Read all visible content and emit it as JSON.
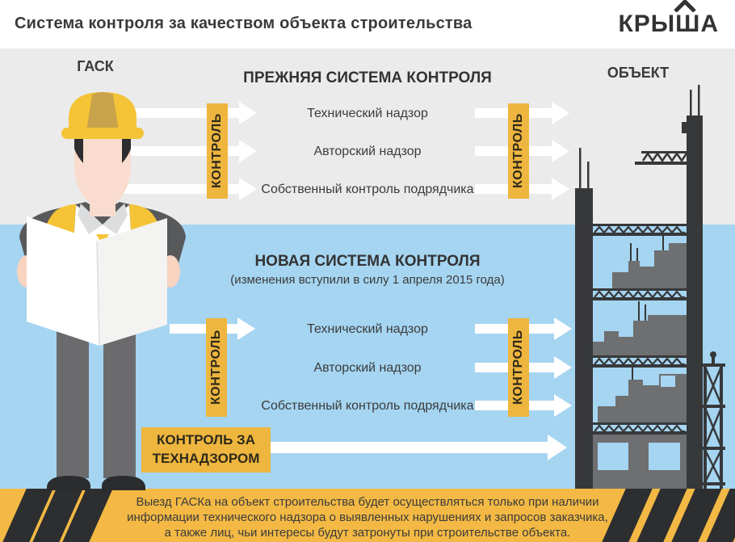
{
  "header": {
    "title": "Система контроля за качеством объекта строительства",
    "logo_text_left": "КРЫ",
    "logo_text_sh": "Ш",
    "logo_text_right": "А"
  },
  "actors": {
    "left_label": "ГАСК",
    "right_label": "ОБЪЕКТ"
  },
  "old_system": {
    "title": "ПРЕЖНЯЯ СИСТЕМА КОНТРОЛЯ",
    "control_label": "КОНТРОЛЬ",
    "items": [
      "Технический надзор",
      "Авторский надзор",
      "Собственный контроль подрядчика"
    ]
  },
  "new_system": {
    "title": "НОВАЯ СИСТЕМА КОНТРОЛЯ",
    "subtitle": "(изменения вступили в силу 1 апреля 2015 года)",
    "control_label": "КОНТРОЛЬ",
    "technadzor_label": "КОНТРОЛЬ ЗА ТЕХНАДЗОРОМ",
    "items": [
      "Технический надзор",
      "Авторский надзор",
      "Собственный контроль подрядчика"
    ]
  },
  "footer": {
    "lines": [
      "Выезд ГАСКа на объект строительства будет осуществляться только при наличии",
      "информации технического надзора о выявленных нарушениях и запросов заказчика,",
      "а также лиц, чьи интересы будут затронуты при строительстве объекта."
    ]
  },
  "colors": {
    "band_gray": "#ebebeb",
    "band_blue": "#a5d5f1",
    "accent_yellow": "#eeb63e",
    "hazard_yellow": "#f3b944",
    "stripe_dark": "#2d2e30",
    "text_dark": "#3a3a3a",
    "building_dark": "#37383a",
    "building_wall": "#6e6f71",
    "arrow_white": "#ffffff"
  },
  "icons": {
    "roof_icon": "house-roof caret above Ш",
    "control_arrow": "white right arrow",
    "hazard_stripe": "black diagonal stripe"
  }
}
